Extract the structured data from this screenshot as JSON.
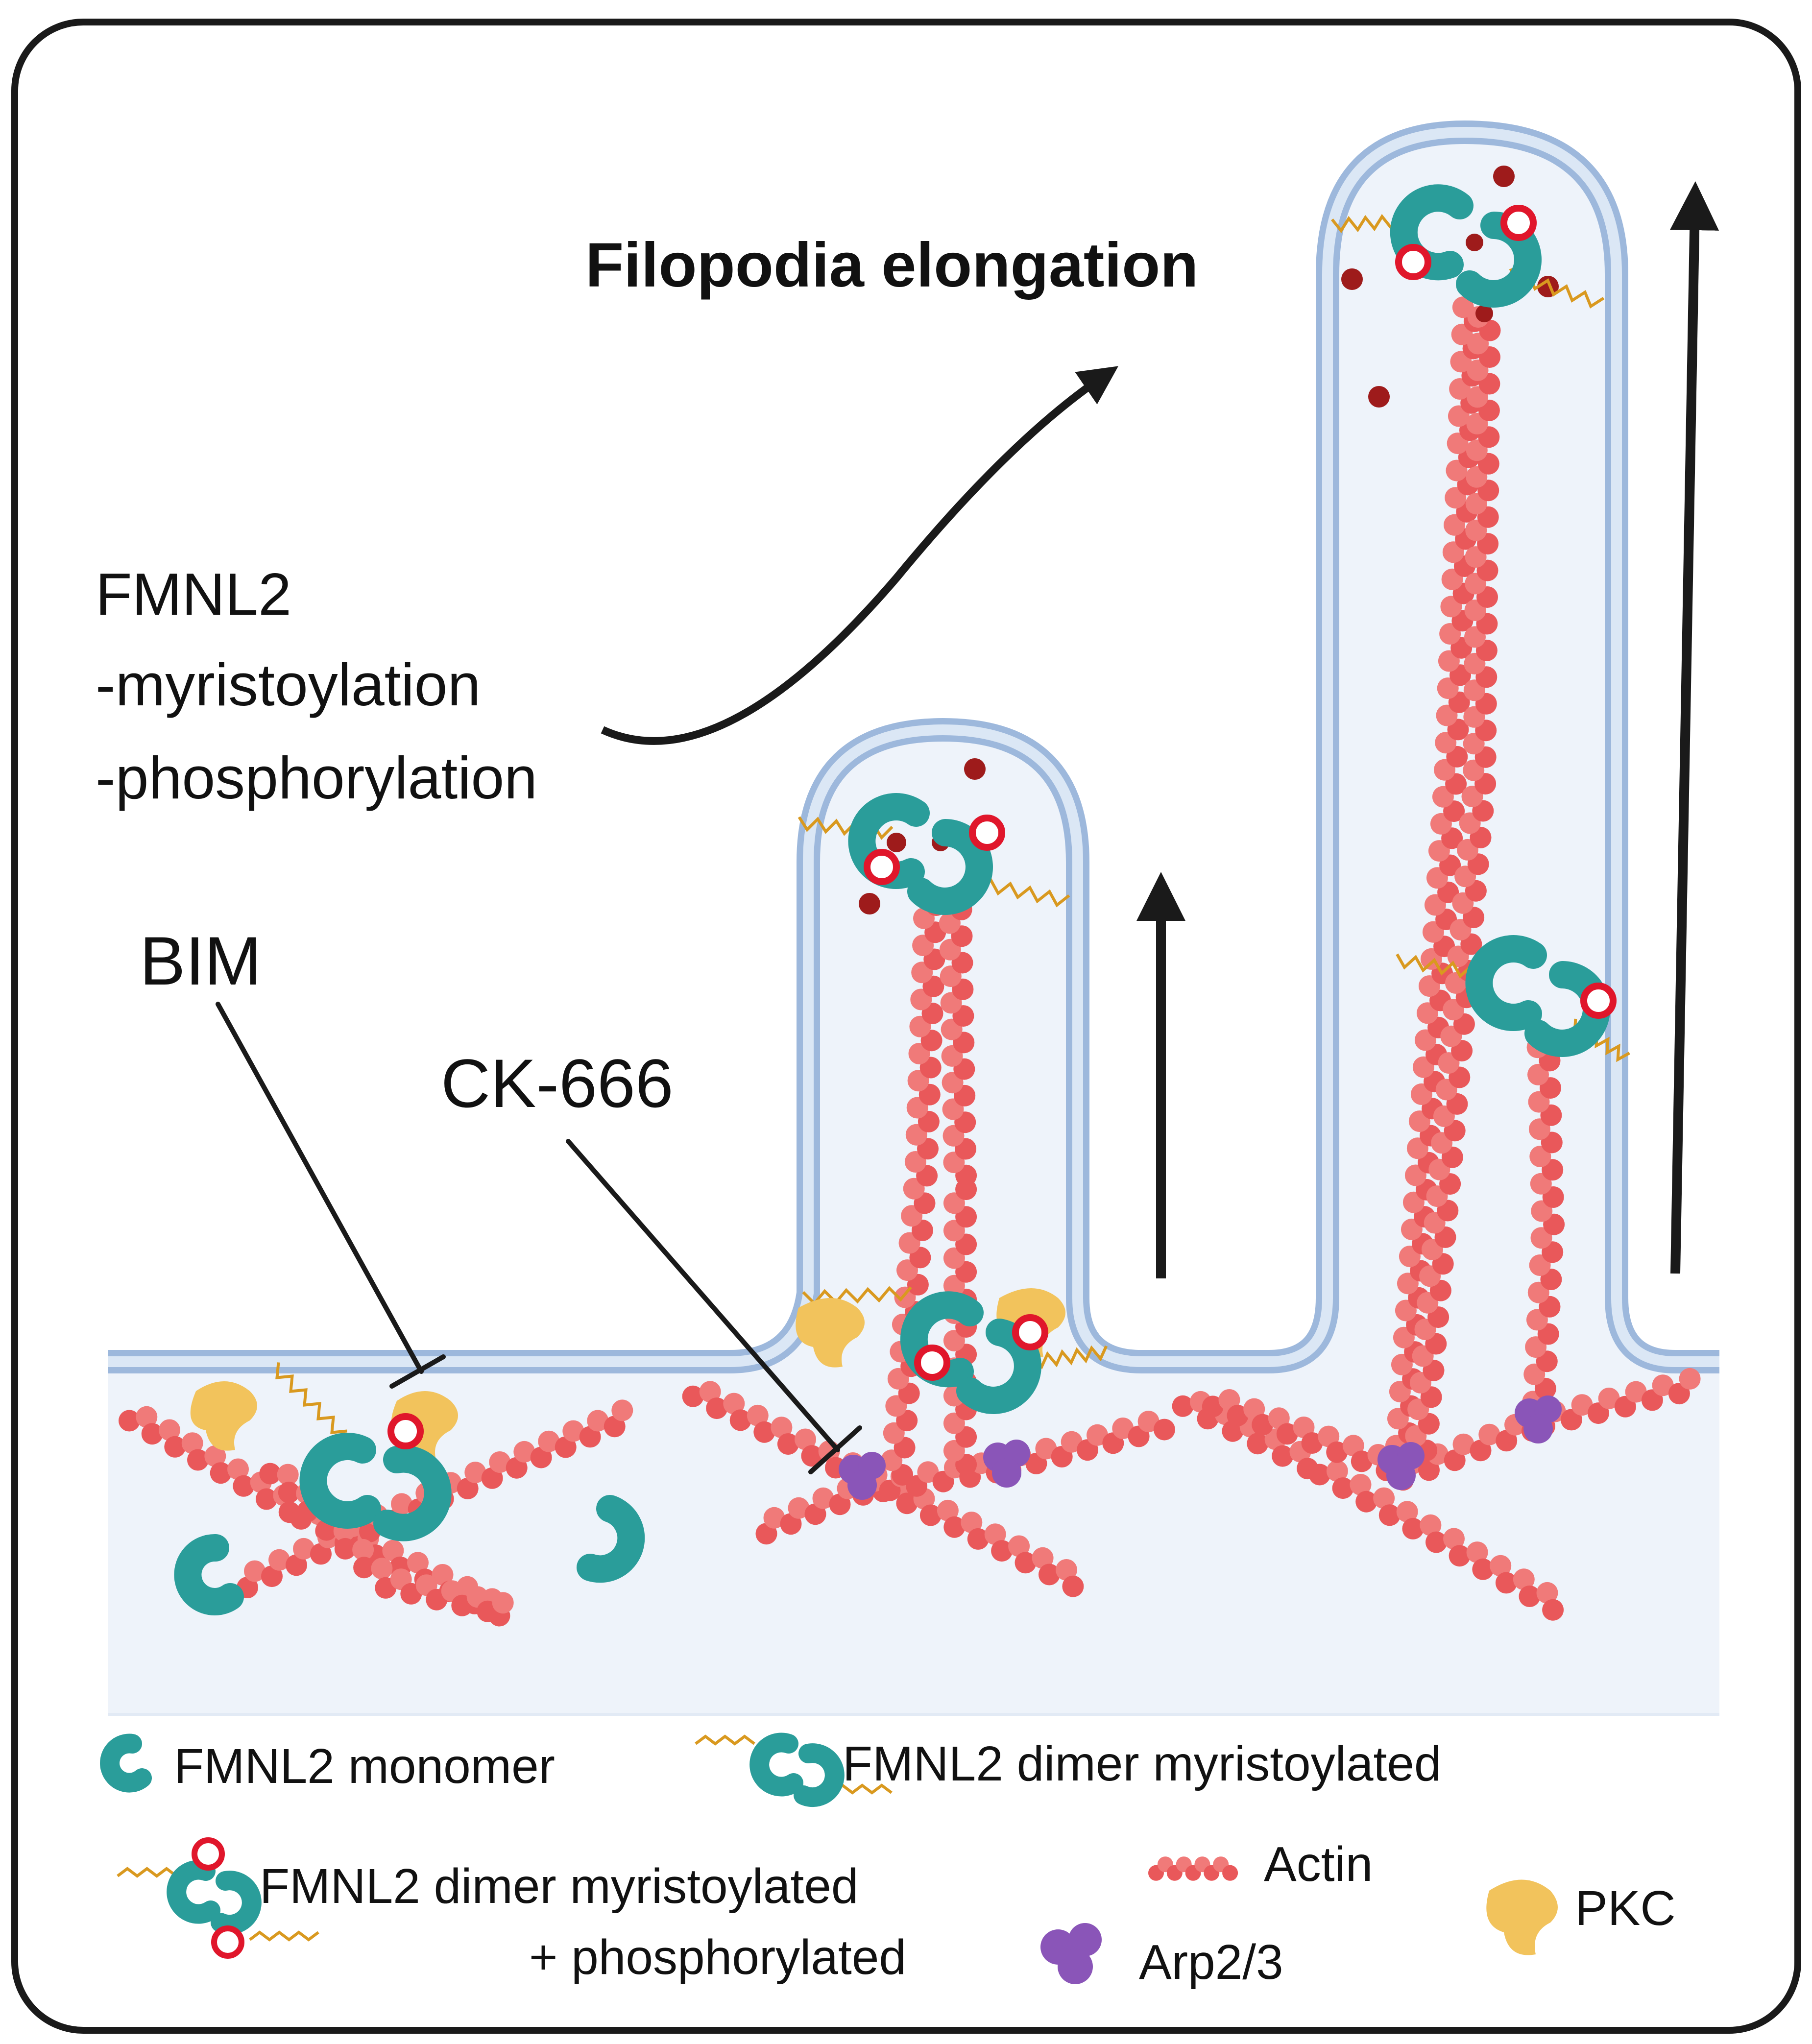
{
  "labels": {
    "filopodia_elongation": "Filopodia elongation",
    "fmnl2": "FMNL2",
    "myristoylation": "-myristoylation",
    "phosphorylation": "-phosphorylation",
    "bim": "BIM",
    "ck666": "CK-666"
  },
  "legend": {
    "monomer": "FMNL2 monomer",
    "dimer_myristoylated": "FMNL2 dimer myristoylated",
    "dimer_myr_phos_line1": "FMNL2 dimer myristoylated",
    "dimer_myr_phos_line2": "+ phosphorylated",
    "actin": "Actin",
    "arp23": "Arp2/3",
    "pkc": "PKC"
  },
  "colors": {
    "membrane": "#a9c3e3",
    "cytoplasm": "#eef3fa",
    "fmnl2": "#2a9d9a",
    "actin": "#e9585a",
    "arp23": "#8a55b8",
    "pkc": "#f2c35c",
    "phospho_ring": "#e0162b",
    "myristoyl": "#d9991f",
    "particles": "#9e1b1b",
    "frame": "#1a1a1a"
  },
  "icons": [
    "arrow-up-icon",
    "curved-arrow-icon",
    "inhibition-bar-icon"
  ]
}
